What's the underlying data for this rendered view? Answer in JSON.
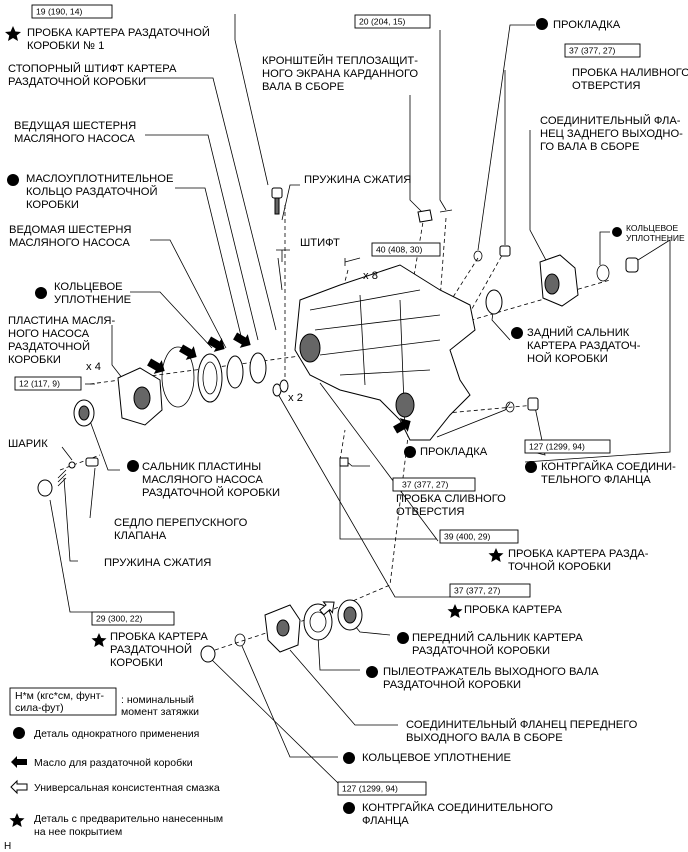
{
  "labels": {
    "l1": "ПРОБКА КАРТЕРА РАЗДАТОЧНОЙ",
    "l1b": "КОРОБКИ № 1",
    "l2": "СТОПОРНЫЙ ШТИФТ КАРТЕРА",
    "l2b": "РАЗДАТОЧНОЙ КОРОБКИ",
    "l3": "ВЕДУЩАЯ ШЕСТЕРНЯ",
    "l3b": "МАСЛЯНОГО НАСОСА",
    "l4": "МАСЛОУПЛОТНИТЕЛЬНОЕ",
    "l4b": "КОЛЬЦО РАЗДАТОЧНОЙ",
    "l4c": "КОРОБКИ",
    "l5": "ВЕДОМАЯ ШЕСТЕРНЯ",
    "l5b": "МАСЛЯНОГО НАСОСА",
    "l6": "КОЛЬЦЕВОЕ",
    "l6b": "УПЛОТНЕНИЕ",
    "l7": "ПЛАСТИНА МАСЛЯ-",
    "l7b": "НОГО НАСОСА",
    "l7c": "РАЗДАТОЧНОЙ",
    "l7d": "КОРОБКИ",
    "l8": "ШАРИК",
    "l9": "САЛЬНИК ПЛАСТИНЫ",
    "l9b": "МАСЛЯНОГО НАСОСА",
    "l9c": "РАЗДАТОЧНОЙ КОРОБКИ",
    "l10": "СЕДЛО ПЕРЕПУСКНОГО",
    "l10b": "КЛАПАНА",
    "l11": "ПРУЖИНА СЖАТИЯ",
    "l12": "ПРОБКА КАРТЕРА",
    "l12b": "РАЗДАТОЧНОЙ",
    "l12c": "КОРОБКИ",
    "l13": "КРОНШТЕЙН ТЕПЛОЗАЩИТ-",
    "l13b": "НОГО ЭКРАНА КАРДАННОГО",
    "l13c": "ВАЛА В СБОРЕ",
    "l14": "ПРУЖИНА СЖАТИЯ",
    "l15": "ШТИФТ",
    "l16": "ПРОКЛАДКА",
    "l17": "ПРОБКА НАЛИВНОГО",
    "l17b": "ОТВЕРСТИЯ",
    "l18": "СОЕДИНИТЕЛЬНЫЙ ФЛА-",
    "l18b": "НЕЦ ЗАДНЕГО ВЫХОДНО-",
    "l18c": "ГО ВАЛА В СБОРЕ",
    "l19": "КОЛЬЦЕВОЕ",
    "l19b": "УПЛОТНЕНИЕ",
    "l20": "ЗАДНИЙ САЛЬНИК",
    "l20b": "КАРТЕРА РАЗДАТОЧ-",
    "l20c": "НОЙ КОРОБКИ",
    "l21": "ПРОКЛАДКА",
    "l22": "КОНТРГАЙКА СОЕДИНИ-",
    "l22b": "ТЕЛЬНОГО ФЛАНЦА",
    "l23": "ПРОБКА СЛИВНОГО",
    "l23b": "ОТВЕРСТИЯ",
    "l24": "ПРОБКА КАРТЕРА РАЗДА-",
    "l24b": "ТОЧНОЙ КОРОБКИ",
    "l25": "ПРОБКА КАРТЕРА",
    "l26": "ПЕРЕДНИЙ САЛЬНИК КАРТЕРА",
    "l26b": "РАЗДАТОЧНОЙ КОРОБКИ",
    "l27": "ПЫЛЕОТРАЖАТЕЛЬ ВЫХОДНОГО ВАЛА",
    "l27b": "РАЗДАТОЧНОЙ КОРОБКИ",
    "l28": "СОЕДИНИТЕЛЬНЫЙ ФЛАНЕЦ ПЕРЕДНЕГО",
    "l28b": "ВЫХОДНОГО ВАЛА В СБОРЕ",
    "l29": "КОЛЬЦЕВОЕ УПЛОТНЕНИЕ",
    "l30": "КОНТРГАЙКА СОЕДИНИТЕЛЬНОГО",
    "l30b": "ФЛАНЦА"
  },
  "torques": {
    "t1": "19 (190, 14)",
    "t2": "20 (204, 15)",
    "t3": "37 (377, 27)",
    "t4": "40 (408, 30)",
    "t5": "12 (117, 9)",
    "t6": "127 (1299, 94)",
    "t7": "37 (377, 27)",
    "t8": "39 (400, 29)",
    "t9": "37 (377, 27)",
    "t10": "29 (300, 22)",
    "t11": "127 (1299, 94)"
  },
  "quantities": {
    "q1": "x 8",
    "q2": "x 4",
    "q3": "x 2"
  },
  "legend": {
    "torque_box": "Н*м (кгс*см, фунт-",
    "torque_box2": "сила-фут)",
    "torque_text": ": номинальный",
    "torque_text2": "момент затяжки",
    "non_reusable": "Деталь однократного применения",
    "oil": "Масло для раздаточной коробки",
    "grease": "Универсальная консистентная смазка",
    "precoated": "Деталь с предварительно нанесенным",
    "precoated2": "на нее покрытием"
  },
  "footer_code": "H"
}
